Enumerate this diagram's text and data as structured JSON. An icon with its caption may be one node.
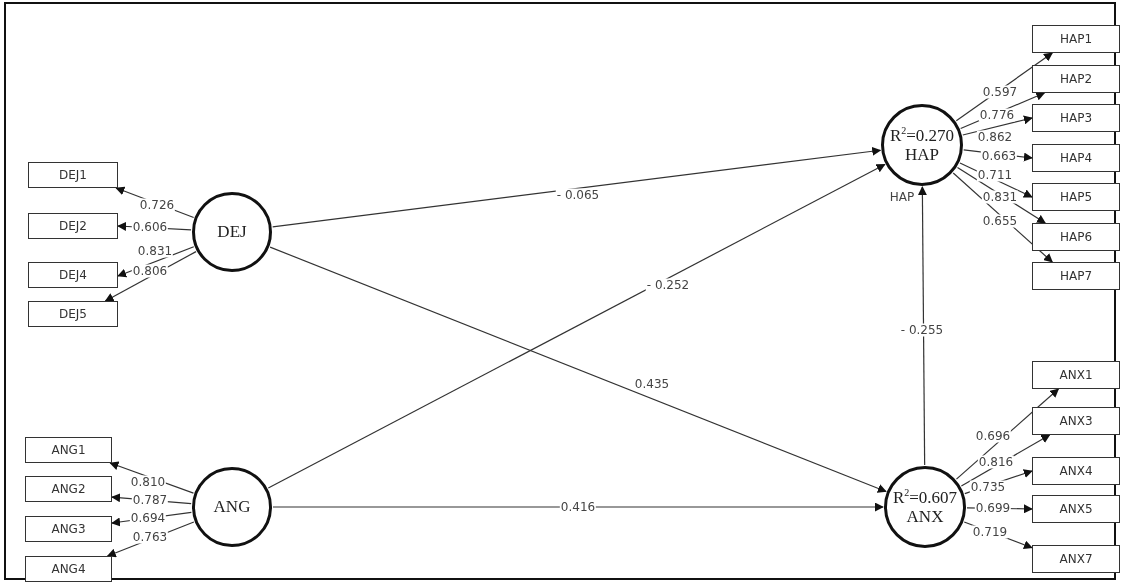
{
  "diagram": {
    "nodes": [
      {
        "text": [
          "DEJ1"
        ]
      },
      {
        "text": [
          "DEJ2"
        ]
      },
      {
        "text": [
          "DEJ4"
        ]
      },
      {
        "text": [
          "DEJ5"
        ]
      },
      {
        "text": [
          "DEJ"
        ]
      },
      {
        "text": [
          "ANG1"
        ]
      },
      {
        "text": [
          "ANG2"
        ]
      },
      {
        "text": [
          "ANG3"
        ]
      },
      {
        "text": [
          "ANG4"
        ]
      },
      {
        "text": [
          "ANG"
        ]
      },
      {
        "text": [
          "R$^{2}$=0.270",
          "HAP"
        ],
        "beside": [
          "HAP"
        ]
      },
      {
        "text": [
          "HAP1"
        ]
      },
      {
        "text": [
          "HAP2"
        ]
      },
      {
        "text": [
          "HAP3"
        ]
      },
      {
        "text": [
          "HAP4"
        ]
      },
      {
        "text": [
          "HAP5"
        ]
      },
      {
        "text": [
          "HAP6"
        ]
      },
      {
        "text": [
          "HAP7"
        ]
      },
      {
        "text": [
          "R$^{2}$=0.607",
          "ANX"
        ]
      },
      {
        "text": [
          "ANX1"
        ]
      },
      {
        "text": [
          "ANX3"
        ]
      },
      {
        "text": [
          "ANX4"
        ]
      },
      {
        "text": [
          "ANX5"
        ]
      },
      {
        "text": [
          "ANX7"
        ]
      }
    ],
    "edges": [
      {
        "from": 4,
        "to": 0,
        "arrow": "to",
        "label": "0.726"
      },
      {
        "from": 4,
        "to": 1,
        "arrow": "to",
        "label": "0.606"
      },
      {
        "from": 4,
        "to": 2,
        "arrow": "to",
        "label": "0.831"
      },
      {
        "from": 4,
        "to": 3,
        "arrow": "to",
        "label": "0.806"
      },
      {
        "from": 9,
        "to": 5,
        "arrow": "to",
        "label": "0.810"
      },
      {
        "from": 9,
        "to": 6,
        "arrow": "to",
        "label": "0.787"
      },
      {
        "from": 9,
        "to": 7,
        "arrow": "to",
        "label": "0.694"
      },
      {
        "from": 9,
        "to": 8,
        "arrow": "to",
        "label": "0.763"
      },
      {
        "from": 10,
        "to": 11,
        "arrow": "to",
        "label": "0.597"
      },
      {
        "from": 10,
        "to": 12,
        "arrow": "to",
        "label": "0.776"
      },
      {
        "from": 10,
        "to": 13,
        "arrow": "to",
        "label": "0.862"
      },
      {
        "from": 10,
        "to": 14,
        "arrow": "to",
        "label": "0.663"
      },
      {
        "from": 10,
        "to": 15,
        "arrow": "to",
        "label": "0.711"
      },
      {
        "from": 10,
        "to": 16,
        "arrow": "to",
        "label": "0.831"
      },
      {
        "from": 10,
        "to": 17,
        "arrow": "to",
        "label": "0.655"
      },
      {
        "from": 18,
        "to": 19,
        "arrow": "to",
        "label": "0.696"
      },
      {
        "from": 18,
        "to": 20,
        "arrow": "to",
        "label": "0.816"
      },
      {
        "from": 18,
        "to": 21,
        "arrow": "to",
        "label": "0.735"
      },
      {
        "from": 18,
        "to": 22,
        "arrow": "to",
        "label": "0.699"
      },
      {
        "from": 18,
        "to": 23,
        "arrow": "to",
        "label": "0.719"
      },
      {
        "from": 4,
        "to": 10,
        "arrow": "to",
        "label": "- 0.065"
      },
      {
        "from": 9,
        "to": 10,
        "arrow": "to",
        "label": "- 0.252"
      },
      {
        "from": 4,
        "to": 18,
        "arrow": "to",
        "label": "0.435"
      },
      {
        "from": 9,
        "to": 18,
        "arrow": "to",
        "label": "0.416"
      },
      {
        "from": 18,
        "to": 10,
        "arrow": "to",
        "label": "- 0.255"
      }
    ]
  }
}
